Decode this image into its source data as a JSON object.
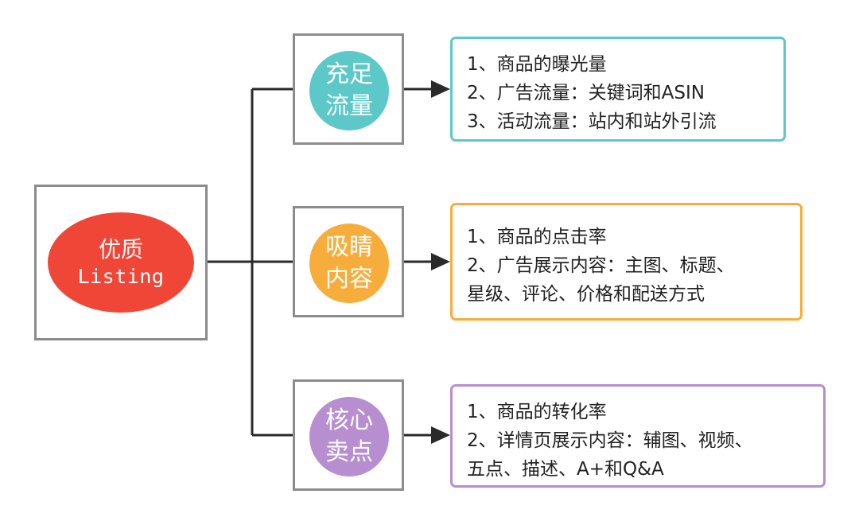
{
  "colors": {
    "root": "#f04637",
    "branch1": "#5cc8c8",
    "branch2": "#f7ad3b",
    "branch3": "#b78ed0",
    "line": "#2a2a2a",
    "frame": "#8c8c8c"
  },
  "root": {
    "line1": "优质",
    "line2": "Listing"
  },
  "branches": [
    {
      "title_lines": [
        "充足",
        "流量"
      ],
      "items": [
        "1、商品的曝光量",
        "2、广告流量：关键词和ASIN",
        "3、活动流量：站内和站外引流"
      ]
    },
    {
      "title_lines": [
        "吸睛",
        "内容"
      ],
      "items": [
        "1、商品的点击率",
        "2、广告展示内容：主图、标题、",
        "星级、评论、价格和配送方式"
      ]
    },
    {
      "title_lines": [
        "核心",
        "卖点"
      ],
      "items": [
        "1、商品的转化率",
        "2、详情页展示内容：辅图、视频、",
        "五点、描述、A+和Q&A"
      ]
    }
  ]
}
